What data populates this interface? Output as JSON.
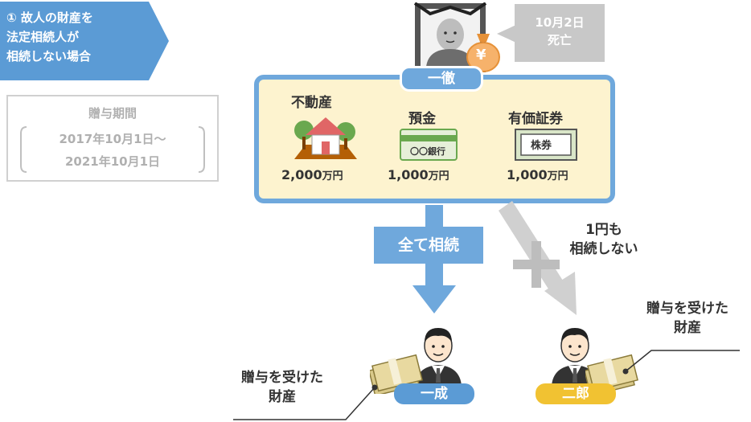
{
  "banner": {
    "line1": "① 故人の財産を",
    "line2": "法定相続人が",
    "line3": "相続しない場合",
    "color": "#5b9bd5"
  },
  "gift_period": {
    "title": "贈与期間",
    "start": "2017年10月1日〜",
    "end": "2021年10月1日"
  },
  "deceased": {
    "name": "一徹",
    "death_line1": "10月2日",
    "death_line2": "死亡",
    "money_symbol": "¥"
  },
  "assets": [
    {
      "name": "不動産",
      "value": "2,000",
      "unit": "万円"
    },
    {
      "name": "預金",
      "value": "1,000",
      "unit": "万円"
    },
    {
      "name": "有価証券",
      "value": "1,000",
      "unit": "万円"
    }
  ],
  "bank_label": "〇〇銀行",
  "stock_label": "株券",
  "arrow_all": "全て相続",
  "arrow_none_line1": "1円も",
  "arrow_none_line2": "相続しない",
  "heirs": [
    {
      "name": "一成",
      "gift_line1": "贈与を受けた",
      "gift_line2": "財産",
      "pill_color": "#5b9bd5"
    },
    {
      "name": "二郎",
      "gift_line1": "贈与を受けた",
      "gift_line2": "財産",
      "pill_color": "#f1c232"
    }
  ],
  "colors": {
    "blue": "#6fa8dc",
    "estate_bg": "#fdf3cf",
    "gray": "#c8c8c8",
    "yellow": "#f1c232"
  }
}
